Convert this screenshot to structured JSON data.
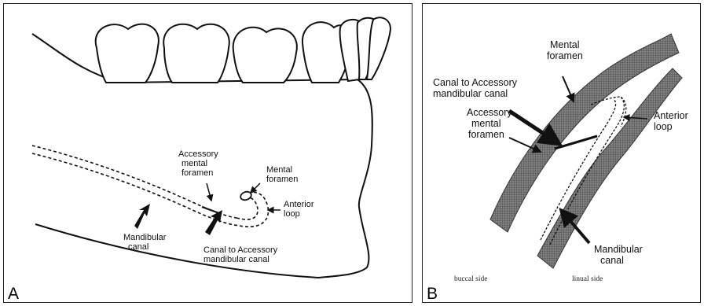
{
  "panel_a": {
    "letter": "A",
    "labels": {
      "accessory_mental_foramen": [
        "Accessory",
        "mental",
        "foramen"
      ],
      "mental_foramen": [
        "Mental",
        "foramen"
      ],
      "anterior_loop": [
        "Anterior",
        "loop"
      ],
      "mandibular_canal": [
        "Mandibular",
        "canal"
      ],
      "canal_to_accessory": [
        "Canal to Accessory",
        "mandibular canal"
      ]
    }
  },
  "panel_b": {
    "letter": "B",
    "labels": {
      "mental_foramen": [
        "Mental",
        "foramen"
      ],
      "canal_to_accessory": [
        "Canal to Accessory",
        "mandibular canal"
      ],
      "accessory_mental_foramen": [
        "Accessory",
        "mental",
        "foramen"
      ],
      "anterior_loop": [
        "Anterior",
        "loop"
      ],
      "mandibular_canal": [
        "Mandibular",
        "canal"
      ],
      "buccal_side": "buccal side",
      "lingual_side": "linual side"
    }
  }
}
